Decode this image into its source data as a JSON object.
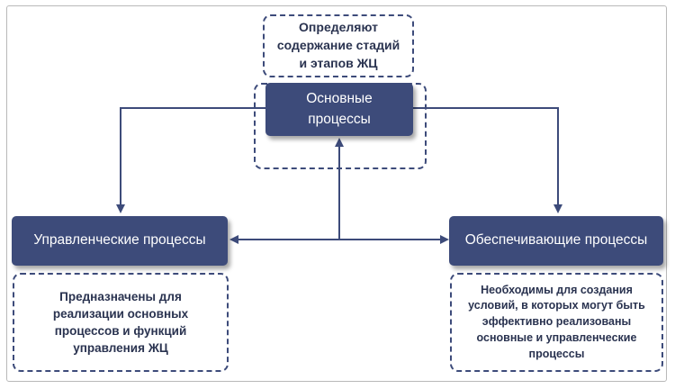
{
  "nodes": {
    "main": {
      "label_line1": "Основные",
      "label_line2": "процессы"
    },
    "management": {
      "label": "Управленческие процессы"
    },
    "support": {
      "label": "Обеспечивающие процессы"
    }
  },
  "notes": {
    "main": {
      "lines": [
        "Определяют",
        "содержание стадий",
        "и этапов ЖЦ"
      ]
    },
    "management": {
      "lines": [
        "Предназначены для",
        "реализации основных",
        "процессов и функций",
        "управления ЖЦ"
      ]
    },
    "support": {
      "lines": [
        "Необходимы для создания",
        "условий, в которых могут быть",
        "эффективно реализованы",
        "основные и управленческие",
        "процессы"
      ]
    }
  },
  "colors": {
    "box": "#3d4b7a",
    "arrow": "#3d4b7a",
    "note_text": "#2a3350",
    "frame": "#b9b9b9"
  }
}
